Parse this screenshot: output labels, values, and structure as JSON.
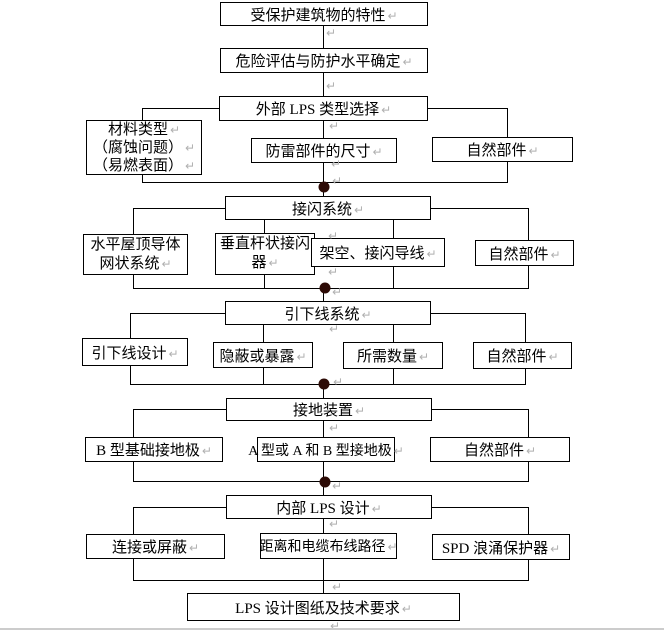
{
  "marks": {
    "pilcrow": "↵"
  },
  "colors": {
    "background": "#ffffff",
    "box_border": "#000000",
    "connector_line": "#000000",
    "text": "#000000",
    "junction_dot": "#2d0b06",
    "paragraph_mark": "#b0b0b0",
    "bottom_edge": "#cccccc"
  },
  "flowchart": {
    "nodes": [
      {
        "id": "protected-building-characteristics",
        "lines": [
          "受保护建筑物的特性"
        ]
      },
      {
        "id": "risk-assessment-protection-level",
        "lines": [
          "危险评估与防护水平确定"
        ]
      },
      {
        "id": "external-lps-type-selection",
        "lines": [
          "外部 LPS 类型选择"
        ]
      },
      {
        "id": "material-type-notes",
        "lines": [
          "材料类型",
          "（腐蚀问题）",
          "（易燃表面）"
        ],
        "pilcrow_per_line": true
      },
      {
        "id": "lightning-component-dimensions",
        "lines": [
          "防雷部件的尺寸"
        ]
      },
      {
        "id": "natural-components-1",
        "lines": [
          "自然部件"
        ]
      },
      {
        "id": "air-termination-system",
        "lines": [
          "接闪系统"
        ]
      },
      {
        "id": "horizontal-roof-mesh-system",
        "lines": [
          "水平屋顶导体",
          "网状系统"
        ]
      },
      {
        "id": "vertical-rod-air-terminal",
        "lines": [
          "垂直杆状接闪",
          "器"
        ]
      },
      {
        "id": "overhead-termination-wires",
        "lines": [
          "架空、接闪导线"
        ]
      },
      {
        "id": "natural-components-2",
        "lines": [
          "自然部件"
        ]
      },
      {
        "id": "down-conductor-system",
        "lines": [
          "引下线系统"
        ]
      },
      {
        "id": "down-conductor-design",
        "lines": [
          "引下线设计"
        ]
      },
      {
        "id": "concealed-or-exposed",
        "lines": [
          "隐蔽或暴露"
        ]
      },
      {
        "id": "required-quantity",
        "lines": [
          "所需数量"
        ]
      },
      {
        "id": "natural-components-3",
        "lines": [
          "自然部件"
        ]
      },
      {
        "id": "earth-termination-arrangement",
        "lines": [
          "接地装置"
        ]
      },
      {
        "id": "type-b-foundation-electrode",
        "lines": [
          "B 型基础接地极"
        ]
      },
      {
        "id": "type-a-or-ab-electrode",
        "lines": [
          "A 型或 A 和 B 型接地极"
        ]
      },
      {
        "id": "natural-components-4",
        "lines": [
          "自然部件"
        ]
      },
      {
        "id": "internal-lps-design",
        "lines": [
          "内部 LPS 设计"
        ]
      },
      {
        "id": "bonding-or-shielding",
        "lines": [
          "连接或屏蔽"
        ]
      },
      {
        "id": "distance-cable-routing",
        "lines": [
          "距离和电缆布线路径"
        ]
      },
      {
        "id": "spd-surge-protector",
        "lines": [
          "SPD 浪涌保护器"
        ]
      },
      {
        "id": "lps-drawings-requirements",
        "lines": [
          "LPS 设计图纸及技术要求"
        ]
      }
    ]
  }
}
